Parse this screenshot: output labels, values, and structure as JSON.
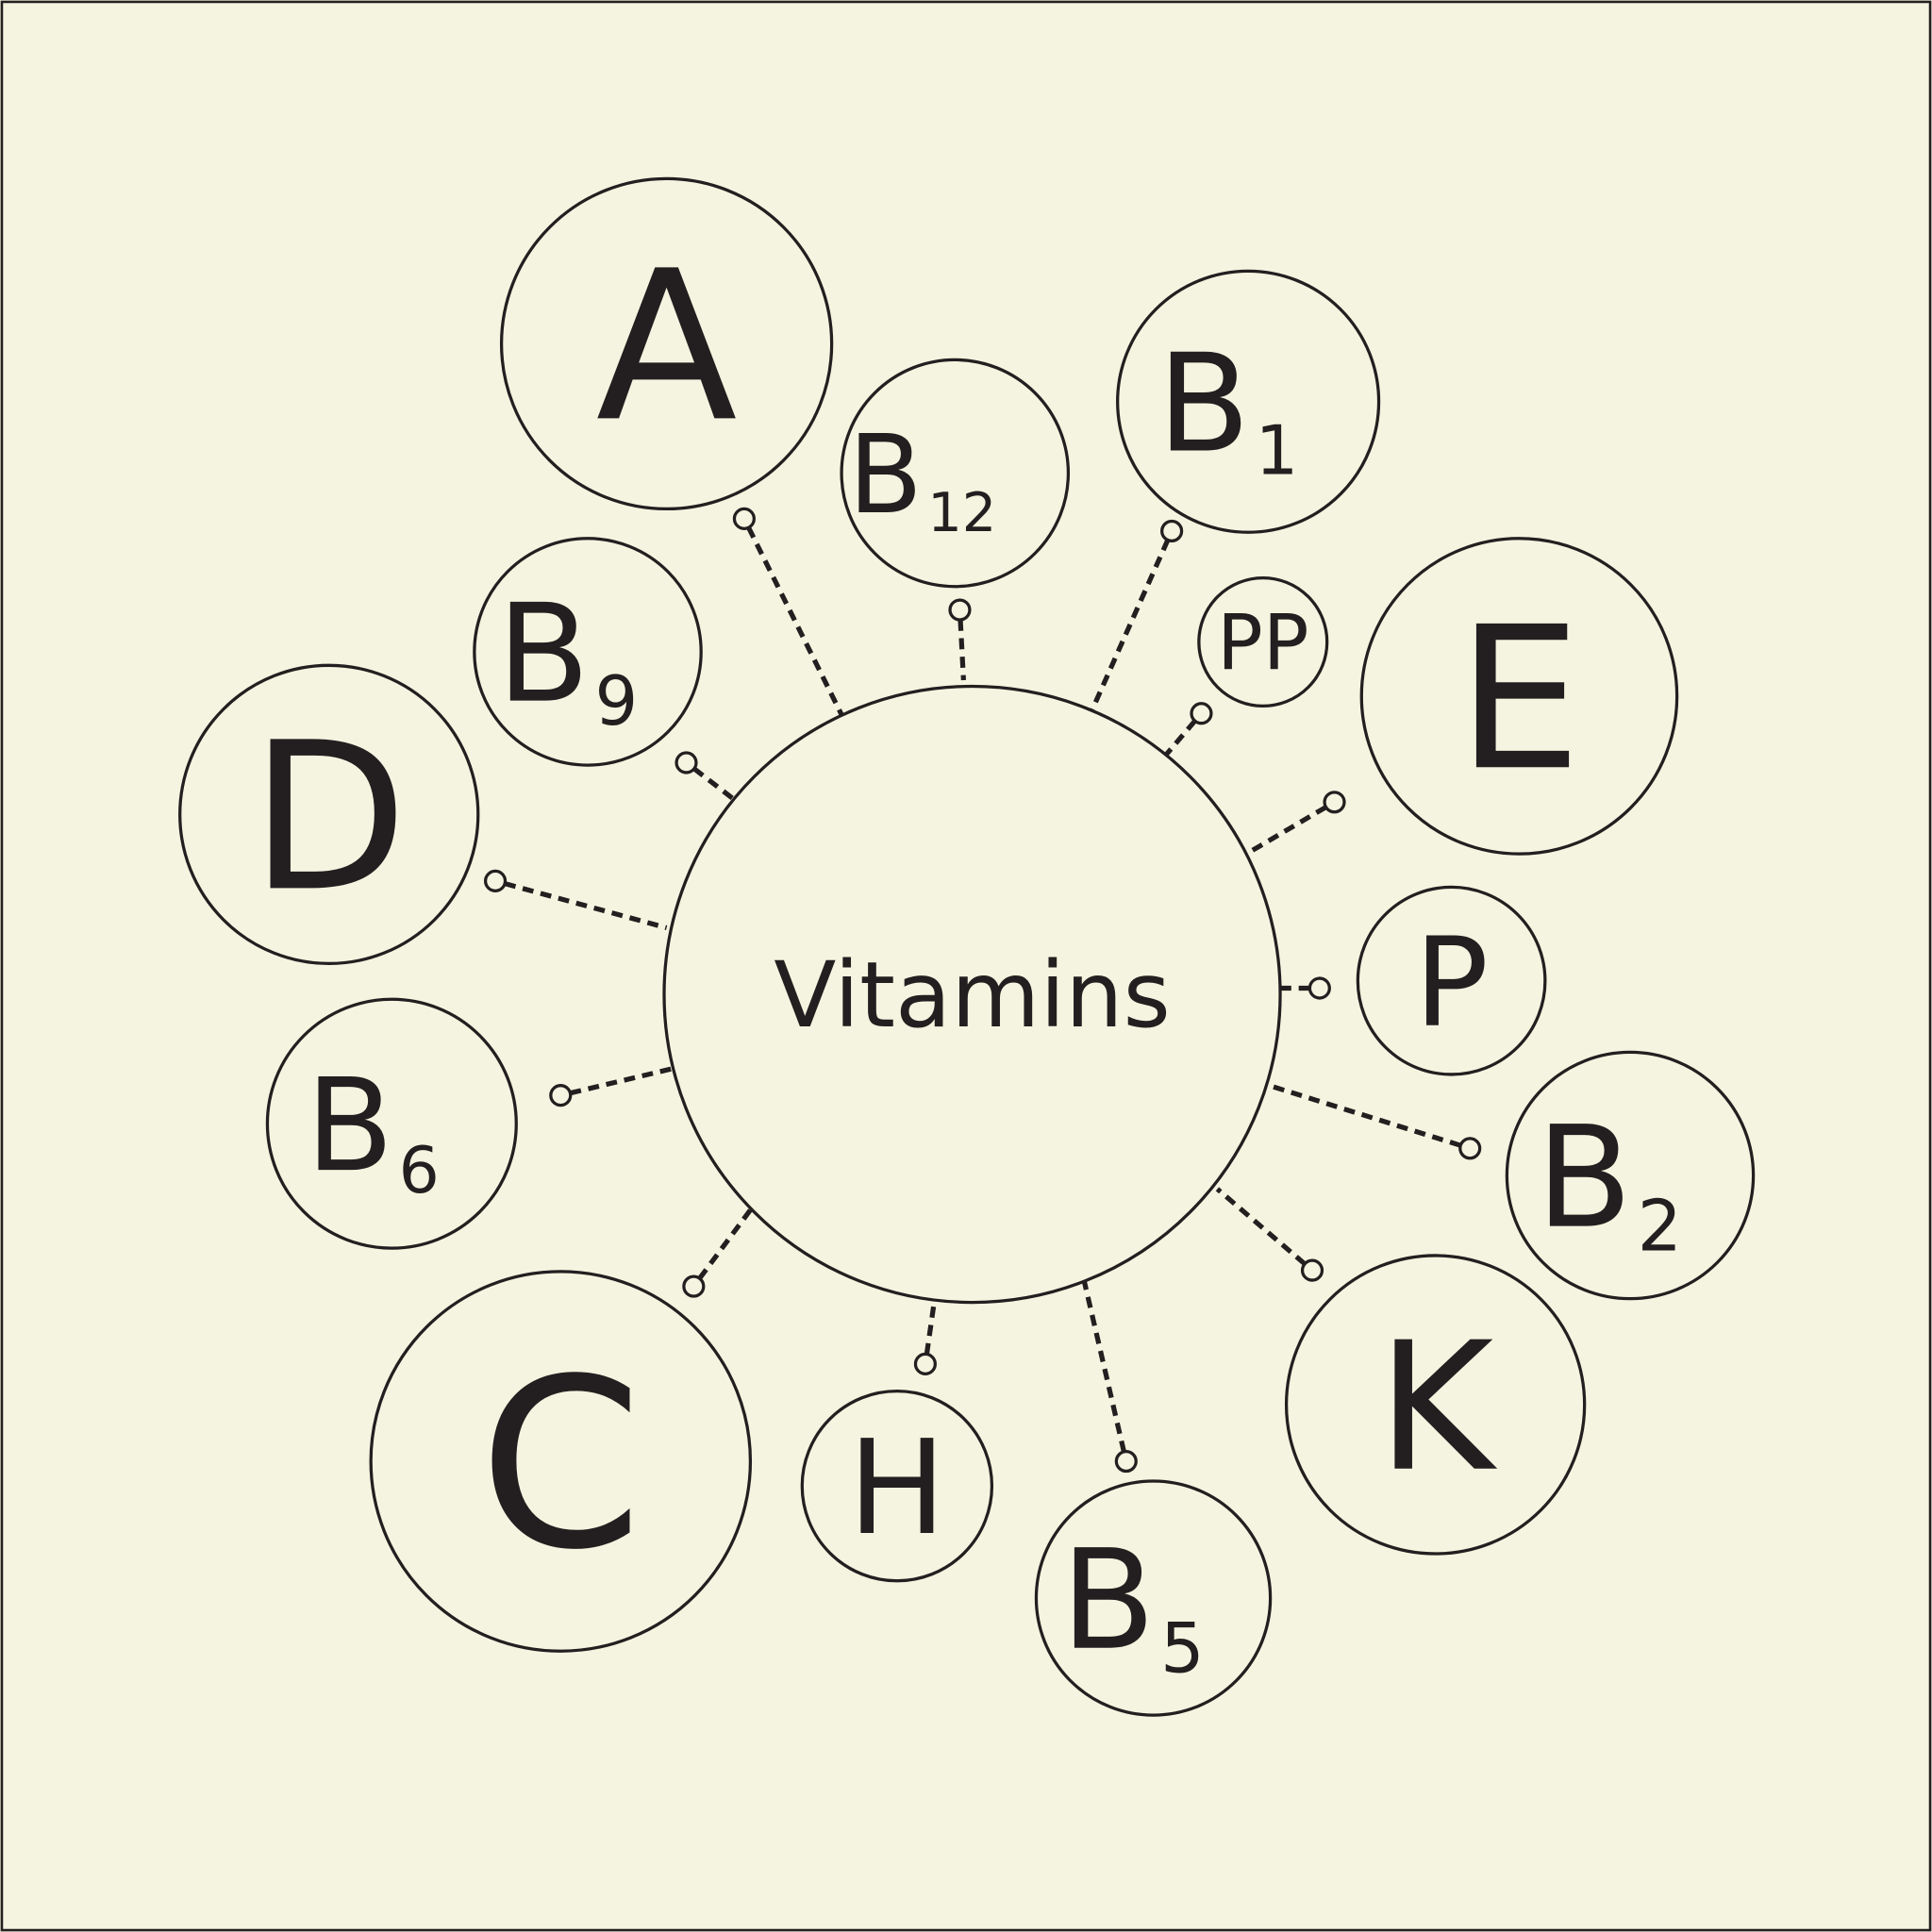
{
  "title": "Vitamins",
  "colors": {
    "background": "#f5f4e0",
    "ink": "#231f20",
    "frame": "#231f20"
  },
  "nodes": [
    {
      "label": "A",
      "sub": ""
    },
    {
      "label": "B",
      "sub": "12"
    },
    {
      "label": "B",
      "sub": "1"
    },
    {
      "label": "PP",
      "sub": ""
    },
    {
      "label": "E",
      "sub": ""
    },
    {
      "label": "P",
      "sub": ""
    },
    {
      "label": "B",
      "sub": "2"
    },
    {
      "label": "K",
      "sub": ""
    },
    {
      "label": "B",
      "sub": "5"
    },
    {
      "label": "H",
      "sub": ""
    },
    {
      "label": "C",
      "sub": ""
    },
    {
      "label": "B",
      "sub": "6"
    },
    {
      "label": "D",
      "sub": ""
    },
    {
      "label": "B",
      "sub": "9"
    }
  ]
}
